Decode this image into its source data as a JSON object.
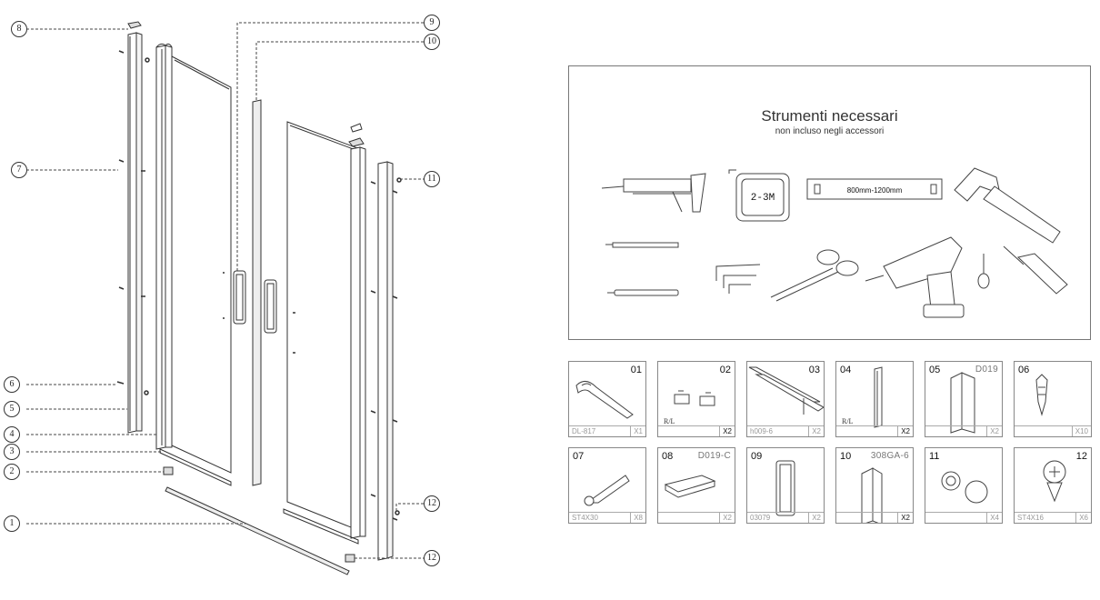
{
  "diagram": {
    "callouts": [
      "8",
      "7",
      "6",
      "5",
      "4",
      "3",
      "2",
      "1",
      "9",
      "10",
      "11",
      "12",
      "12"
    ]
  },
  "tools_panel": {
    "title": "Strumenti necessari",
    "subtitle": "non incluso negli accessori",
    "tape_label": "2-3M",
    "level_label": "800mm-1200mm"
  },
  "parts": [
    {
      "num": "01",
      "code": "",
      "foot_code": "DL-817",
      "qty": "X1",
      "rl": ""
    },
    {
      "num": "02",
      "code": "",
      "foot_code": "",
      "qty": "X2",
      "rl": "R/L"
    },
    {
      "num": "03",
      "code": "",
      "foot_code": "h009-6",
      "qty": "X2",
      "rl": ""
    },
    {
      "num": "04",
      "code": "",
      "foot_code": "",
      "qty": "X2",
      "rl": "R/L"
    },
    {
      "num": "05",
      "code": "D019",
      "foot_code": "",
      "qty": "X2",
      "rl": ""
    },
    {
      "num": "06",
      "code": "",
      "foot_code": "",
      "qty": "X10",
      "rl": ""
    },
    {
      "num": "07",
      "code": "",
      "foot_code": "ST4X30",
      "qty": "X8",
      "rl": ""
    },
    {
      "num": "08",
      "code": "D019-C",
      "foot_code": "",
      "qty": "X2",
      "rl": ""
    },
    {
      "num": "09",
      "code": "",
      "foot_code": "03079",
      "qty": "X2",
      "rl": ""
    },
    {
      "num": "10",
      "code": "308GA-6",
      "foot_code": "",
      "qty": "X2",
      "rl": ""
    },
    {
      "num": "11",
      "code": "",
      "foot_code": "",
      "qty": "X4",
      "rl": ""
    },
    {
      "num": "12",
      "code": "",
      "foot_code": "ST4X16",
      "qty": "X6",
      "rl": ""
    }
  ],
  "colors": {
    "line": "#333333",
    "light": "#999999",
    "frame": "#777777"
  }
}
